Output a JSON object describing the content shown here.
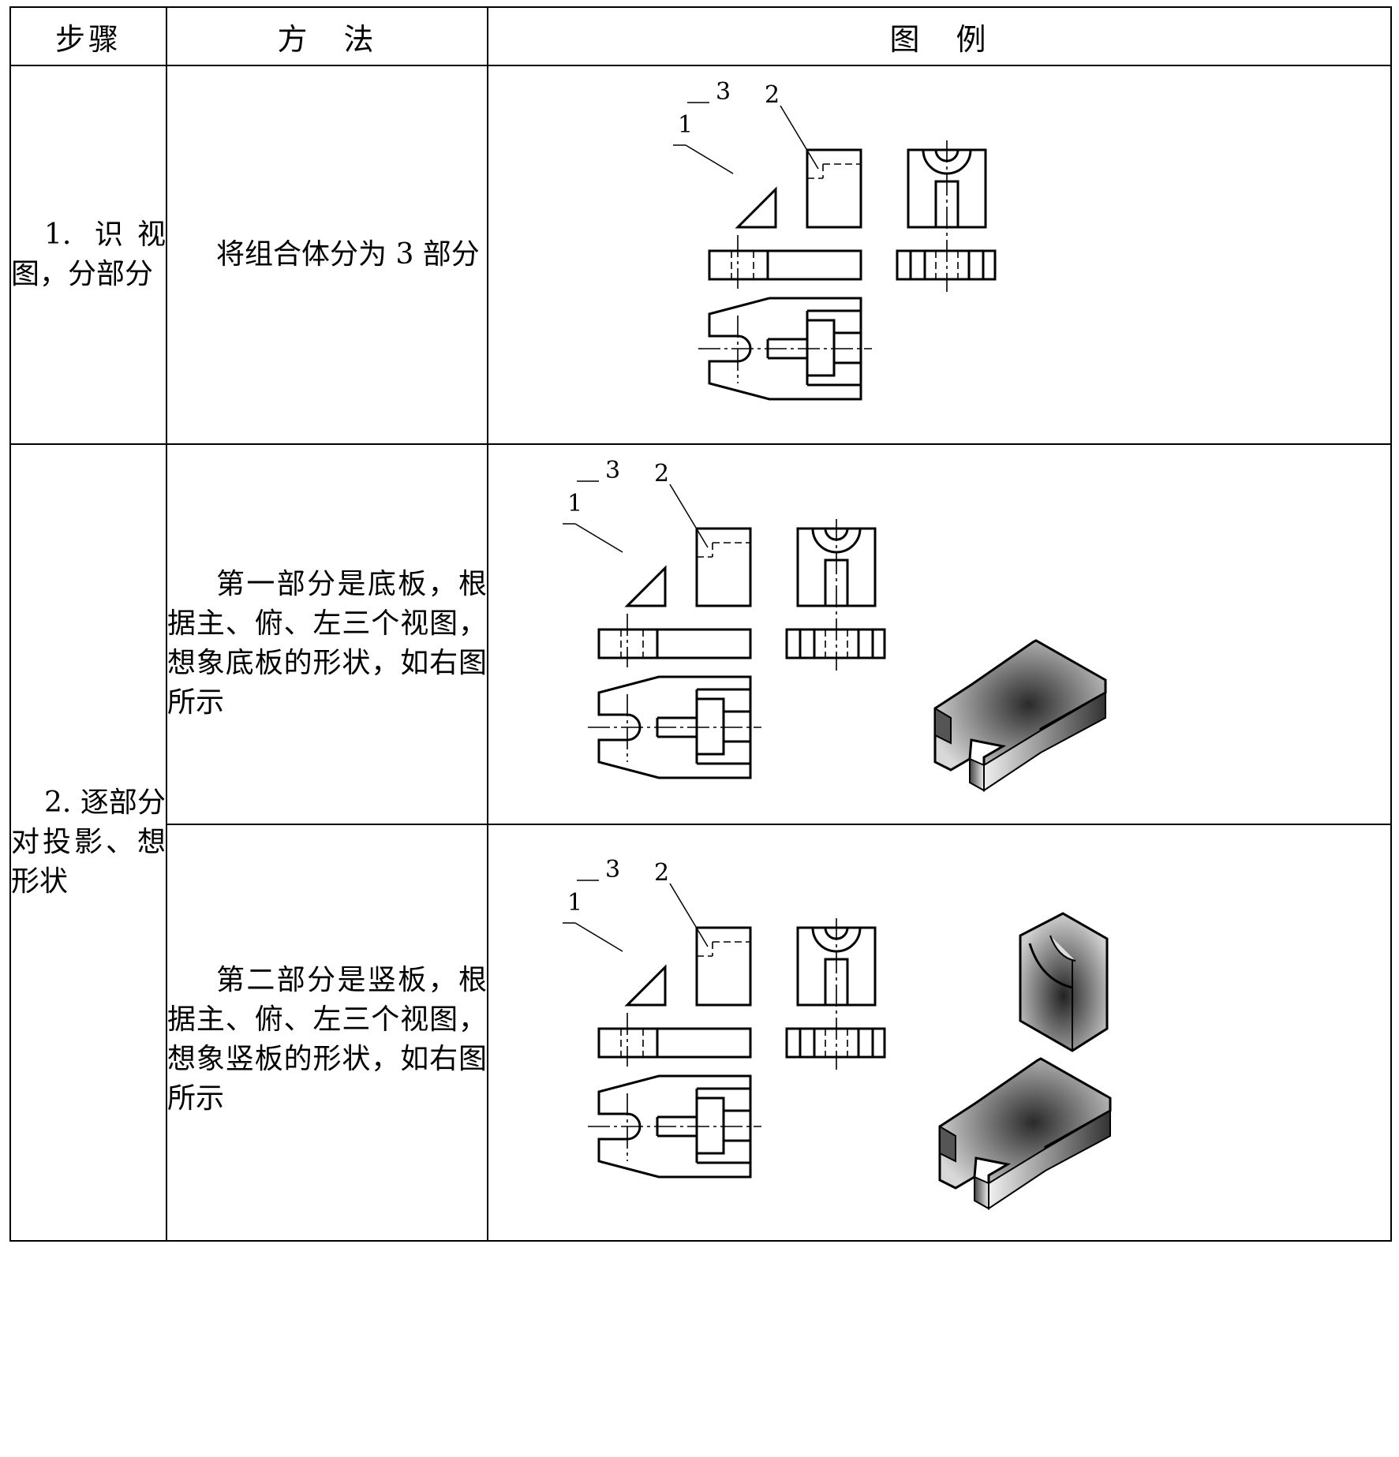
{
  "headers": {
    "step": "步骤",
    "method": "方　法",
    "example": "图　例"
  },
  "rows": [
    {
      "step": "1. 识视图，分部分",
      "method": "将组合体分为 3 部分"
    },
    {
      "step": "2. 逐部分对投影、想形状",
      "sub": [
        {
          "method": "第一部分是底板，根据主、俯、左三个视图，想象底板的形状，如右图所示"
        },
        {
          "method": "第二部分是竖板，根据主、俯、左三个视图，想象竖板的形状，如右图所示"
        }
      ]
    }
  ],
  "part_labels": [
    "1",
    "2",
    "3"
  ]
}
